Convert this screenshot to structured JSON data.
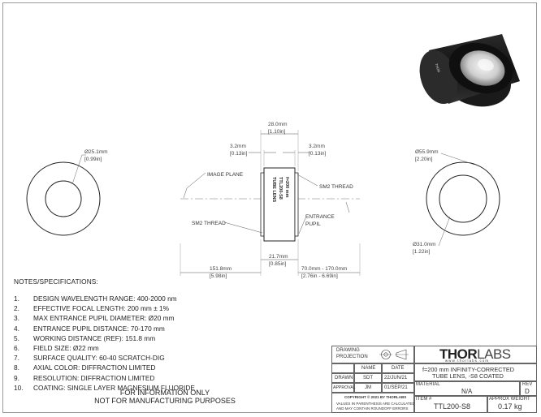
{
  "top_view": {
    "overall_mm": "28.0mm",
    "overall_in": "[1.10in]",
    "left_flange_mm": "3.2mm",
    "left_flange_in": "[0.13in]",
    "right_flange_mm": "3.2mm",
    "right_flange_in": "[0.13in]"
  },
  "left_view": {
    "dia_mm": "Ø25.1mm",
    "dia_in": "[0.99in]"
  },
  "right_view": {
    "outer_mm": "Ø55.9mm",
    "outer_in": "[2.20in]",
    "inner_mm": "Ø31.0mm",
    "inner_in": "[1.22in]"
  },
  "side_view": {
    "image_plane": "IMAGE PLANE",
    "sm2_thread_right": "SM2 THREAD",
    "sm2_thread_left": "SM2 THREAD",
    "entrance_pupil_1": "ENTRANCE",
    "entrance_pupil_2": "PUPIL",
    "dist_image_mm": "151.8mm",
    "dist_image_in": "[5.98in]",
    "length_mm": "21.7mm",
    "length_in": "[0.85in]",
    "pupil_mm": "70.0mm - 170.0mm",
    "pupil_in": "[2.76in - 6.69in]",
    "engraving_1": "f=200 mm",
    "engraving_2": "TTL200-S8",
    "engraving_3": "TUBE LENS"
  },
  "notes": {
    "heading": "NOTES/SPECIFICATIONS:",
    "items": [
      {
        "num": "1.",
        "text": "DESIGN WAVELENGTH RANGE: 400-2000 nm"
      },
      {
        "num": "2.",
        "text": "EFFECTIVE FOCAL LENGTH: 200 mm ± 1%"
      },
      {
        "num": "3.",
        "text": "MAX ENTRANCE PUPIL DIAMETER: Ø20 mm"
      },
      {
        "num": "4.",
        "text": "ENTRANCE PUPIL DISTANCE: 70-170 mm"
      },
      {
        "num": "5.",
        "text": "WORKING DISTANCE (REF): 151.8 mm"
      },
      {
        "num": "6.",
        "text": "FIELD SIZE: Ø22 mm"
      },
      {
        "num": "7.",
        "text": "SURFACE QUALITY: 60-40 SCRATCH-DIG"
      },
      {
        "num": "8.",
        "text": "AXIAL COLOR: DIFFRACTION LIMITED"
      },
      {
        "num": "9.",
        "text": "RESOLUTION: DIFFRACTION LIMITED"
      },
      {
        "num": "10.",
        "text": "COATING: SINGLE LAYER MAGNESIUM FLUORIDE"
      }
    ]
  },
  "notice": {
    "line1": "FOR INFORMATION ONLY",
    "line2": "NOT FOR MANUFACTURING PURPOSES"
  },
  "title_block": {
    "drawing": "DRAWING",
    "projection": "PROJECTION",
    "name_header": "NAME",
    "date_header": "DATE",
    "drawn_label": "DRAWN",
    "drawn_name": "SDT",
    "drawn_date": "22/JUN/21",
    "approval_label": "APPROVAL",
    "approval_name": "JM",
    "approval_date": "01/SEP/21",
    "copyright": "COPYRIGHT © 2021 BY THORLABS",
    "disclaimer_1": "VALUES IN PARENTHESIS ARE CALCULATED",
    "disclaimer_2": "AND MAY CONTAIN ROUNDOFF ERRORS",
    "brand_main": "THOR",
    "brand_sub": "LABS",
    "website": "w w w . t h o r l a b s . c o m",
    "description_1": "f=200 mm INFINITY-CORRECTED",
    "description_2": "TUBE LENS, -S8 COATED",
    "material_label": "MATERIAL",
    "material_value": "N/A",
    "rev_label": "REV",
    "rev_value": "D",
    "item_label": "ITEM #",
    "item_value": "TTL200-S8",
    "weight_label": "APPROX WEIGHT",
    "weight_value": "0.17 kg"
  }
}
